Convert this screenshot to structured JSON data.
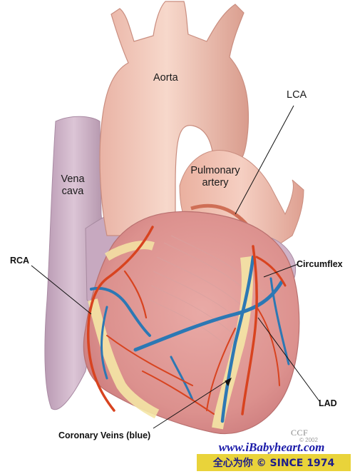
{
  "labels": {
    "aorta": "Aorta",
    "lca": "LCA",
    "pulmonary_line1": "Pulmonary",
    "pulmonary_line2": "artery",
    "vena_line1": "Vena",
    "vena_line2": "cava",
    "rca": "RCA",
    "circumflex": "Circumflex",
    "lad": "LAD",
    "coronary_veins": "Coronary Veins (blue)"
  },
  "credit": {
    "ccf": "CCF",
    "ccf_year": "© 2002"
  },
  "watermark": {
    "url": "www.iBabyheart.com",
    "slogan": "全心为你 © SINCE 1974"
  },
  "colors": {
    "heart_tissue": "#e6a6a0",
    "vessel_pink": "#f2c3b5",
    "artery_red": "#d8431f",
    "vein_blue": "#2c78b4",
    "fat_yellow": "#f4e5a5",
    "vena_cava_mauve": "#cdb2c6",
    "watermark_blue": "#1a1aa8",
    "watermark_band": "#e9d33a"
  }
}
